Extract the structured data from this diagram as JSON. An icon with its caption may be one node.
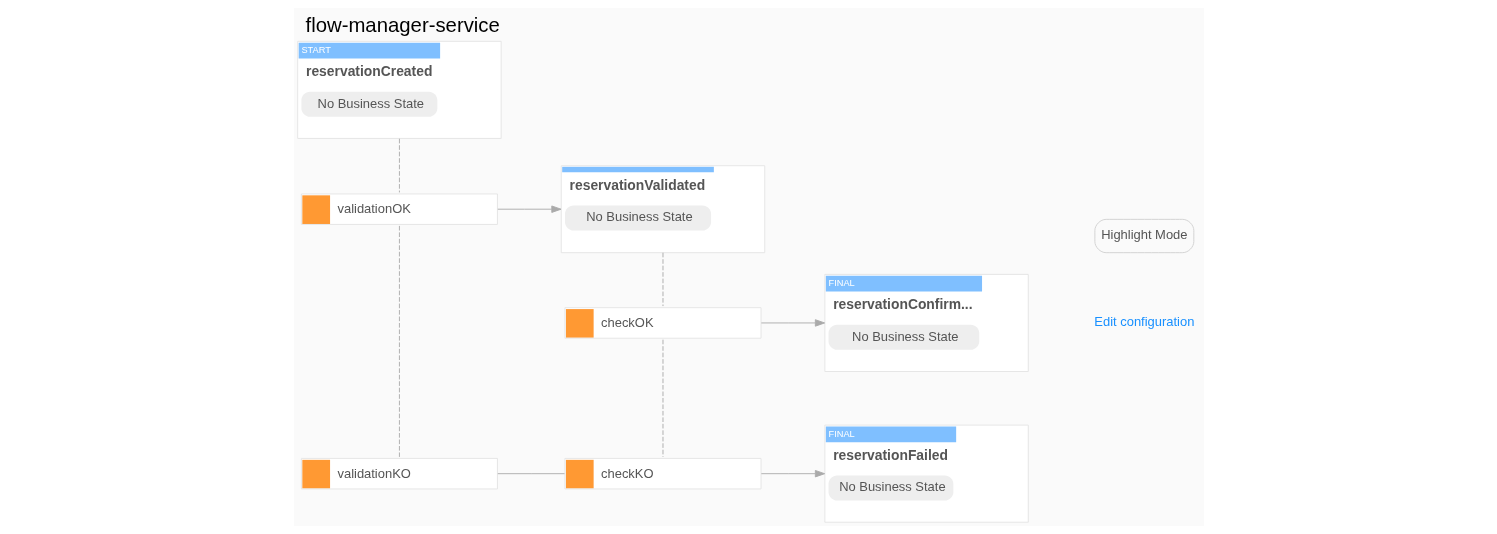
{
  "diagram": {
    "title": "flow-manager-service",
    "nodes": [
      {
        "text": [
          "START",
          "reservationCreated",
          "No Business State"
        ]
      },
      {
        "text": [
          "reservationValidated",
          "No Business State"
        ]
      },
      {
        "text": [
          "FINAL",
          "reservationConfirm...",
          "No Business State"
        ]
      },
      {
        "text": [
          "validationOK"
        ]
      },
      {
        "text": [
          "checkOK"
        ]
      },
      {
        "text": [
          "FINAL",
          "reservationFailed",
          "No Business State"
        ]
      },
      {
        "text": [
          "validationKO"
        ]
      },
      {
        "text": [
          "checkKO"
        ]
      }
    ],
    "edges": [
      {
        "from": 0,
        "to": 3,
        "arrow": "none",
        "style": "dashed"
      },
      {
        "from": 3,
        "to": 6,
        "arrow": "none",
        "style": "dashed"
      },
      {
        "from": 1,
        "to": 4,
        "arrow": "none",
        "style": "dashed"
      },
      {
        "from": 4,
        "to": 7,
        "arrow": "none",
        "style": "dashed"
      },
      {
        "from": 3,
        "to": 1,
        "arrow": "to"
      },
      {
        "from": 4,
        "to": 2,
        "arrow": "to"
      },
      {
        "from": 6,
        "to": 7,
        "arrow": "none"
      },
      {
        "from": 7,
        "to": 5,
        "arrow": "to"
      }
    ],
    "labels": [
      "Edit configuration",
      "Highlight Mode"
    ]
  }
}
